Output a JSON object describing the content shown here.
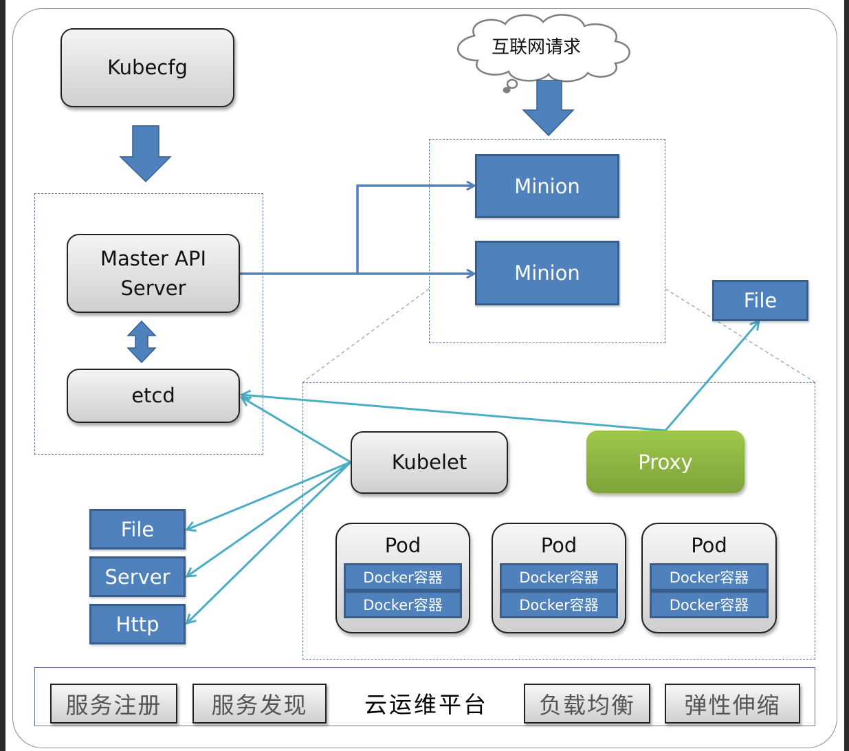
{
  "diagram": {
    "request_cloud": {
      "label": "互联网请求",
      "icon": "cloud-icon"
    },
    "kubecfg": {
      "label": "Kubecfg"
    },
    "master_api_server": {
      "label_line1": "Master API",
      "label_line2": "Server"
    },
    "etcd": {
      "label": "etcd"
    },
    "minions": [
      {
        "label": "Minion"
      },
      {
        "label": "Minion"
      }
    ],
    "file_right": {
      "label": "File"
    },
    "kubelet": {
      "label": "Kubelet"
    },
    "proxy": {
      "label": "Proxy"
    },
    "left_resources": [
      {
        "label": "File"
      },
      {
        "label": "Server"
      },
      {
        "label": "Http"
      }
    ],
    "pods": [
      {
        "title": "Pod",
        "containers": [
          "Docker容器",
          "Docker容器"
        ]
      },
      {
        "title": "Pod",
        "containers": [
          "Docker容器",
          "Docker容器"
        ]
      },
      {
        "title": "Pod",
        "containers": [
          "Docker容器",
          "Docker容器"
        ]
      }
    ],
    "platform": {
      "title": "云运维平台",
      "left_buttons": [
        "服务注册",
        "服务发现"
      ],
      "right_buttons": [
        "负载均衡",
        "弹性伸缩"
      ]
    },
    "colors": {
      "blue_box": "#4f81bd",
      "blue_border": "#385d8a",
      "connector_teal": "#4bacc6",
      "proxy_green": "#9bbb59",
      "dashed_border": "#5a7395"
    }
  }
}
